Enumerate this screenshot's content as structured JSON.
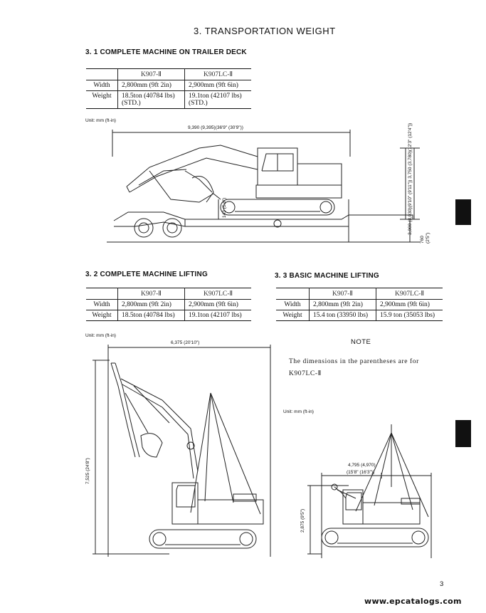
{
  "title": "3. TRANSPORTATION WEIGHT",
  "section_31": {
    "heading": "3. 1  COMPLETE MACHINE ON TRAILER DECK",
    "table": {
      "headers": [
        "",
        "K907-Ⅱ",
        "K907LC-Ⅱ"
      ],
      "rows": [
        [
          "Width",
          "2,800mm (9ft 2in)",
          "2,900mm (9ft 6in)"
        ],
        [
          "Weight",
          "18.5ton (40784 lbs)",
          "19.1ton (42107 lbs)"
        ]
      ],
      "weight_std_1": "(STD.)",
      "weight_std_2": "(STD.)"
    },
    "unit": "Unit: mm (ft-in)",
    "dim_length": "9,390 (9,395)(36'9\" (30'9\"))",
    "dim_heights": "3,000 (3,030)(9'10\" (9'11\"))  3,750 (3,780)(12'3\" (12'4\"))",
    "dim_bottom": "760",
    "dim_bottom_ft": "(2'5\")",
    "dim_ground": "143 (5.6\")"
  },
  "section_32": {
    "heading": "3. 2  COMPLETE MACHINE LIFTING",
    "table": {
      "headers": [
        "",
        "K907-Ⅱ",
        "K907LC-Ⅱ"
      ],
      "rows": [
        [
          "Width",
          "2,800mm (9ft 2in)",
          "2,900mm (9ft 6in)"
        ],
        [
          "Weight",
          "18.5ton (40784 lbs)",
          "19.1ton (42107 lbs)"
        ]
      ]
    },
    "unit": "Unit: mm (ft-in)",
    "dim_width": "6,375 (20'10\")",
    "dim_height": "7,525 (24'8\")"
  },
  "section_33": {
    "heading": "3. 3  BASIC MACHINE LIFTING",
    "table": {
      "headers": [
        "",
        "K907-Ⅱ",
        "K907LC-Ⅱ"
      ],
      "rows": [
        [
          "Width",
          "2,800mm (9ft 2in)",
          "2,900mm (9ft 6in)"
        ],
        [
          "Weight",
          "15.4 ton (33950 lbs)",
          "15.9 ton (35053 lbs)"
        ]
      ]
    },
    "unit": "Unit: mm (ft-in)",
    "dim_width": "4,795 (4,970)",
    "dim_width_ft": "(15'8\" (16'3\"))",
    "dim_height": "2,875 (9'5\")"
  },
  "note": {
    "title": "NOTE",
    "body_line1": "The dimensions in the parentheses are for",
    "body_line2": "K907LC-Ⅱ"
  },
  "page_number": "3",
  "footer": "www.epcatalogs.com"
}
